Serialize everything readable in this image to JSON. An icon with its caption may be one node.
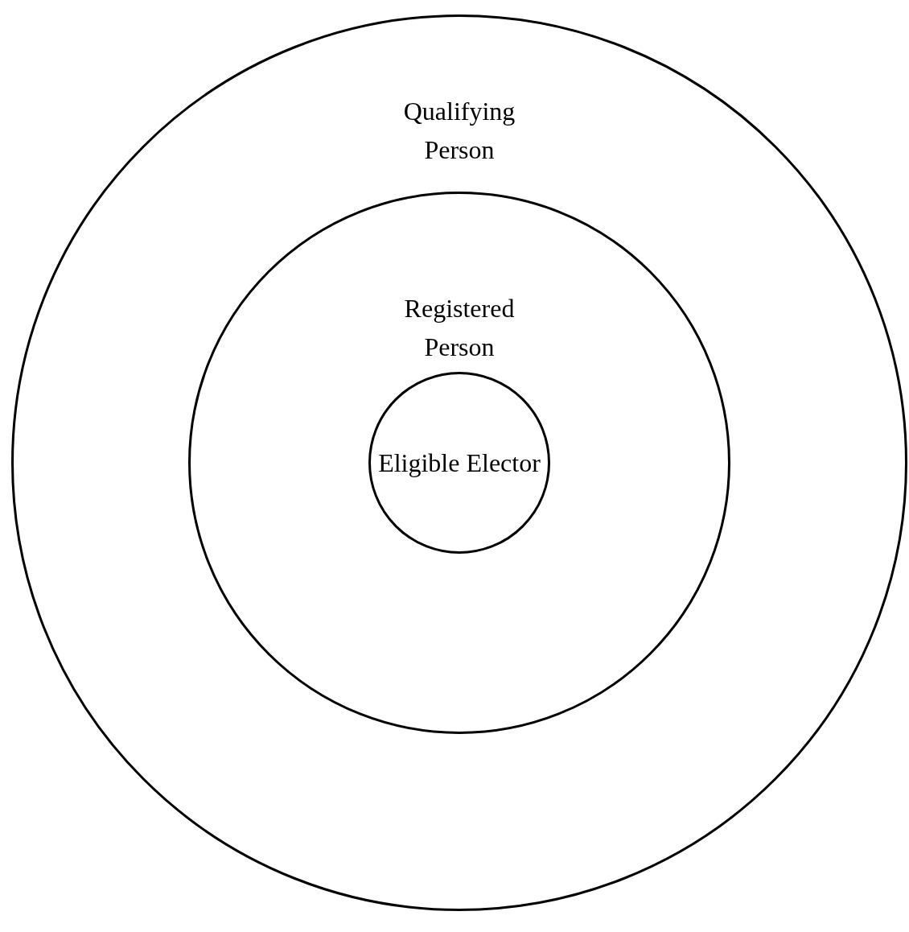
{
  "diagram": {
    "nodes": [
      {
        "text": [
          "Qualifying Person"
        ]
      },
      {
        "text": [
          "Registered Person"
        ],
        "in": 0
      },
      {
        "text": [
          "Eligible Elector"
        ],
        "in": 1
      }
    ]
  }
}
